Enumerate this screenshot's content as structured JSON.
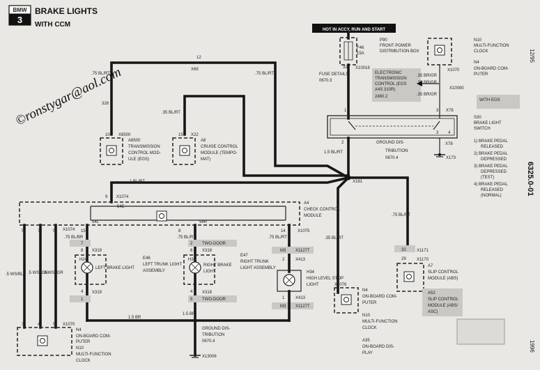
{
  "header": {
    "badge_top": "BMW",
    "badge_bottom": "3",
    "title_line1": "BRAKE LIGHTS",
    "title_line2": "WITH CCM"
  },
  "watermark": "©ronstygar@aol.com",
  "side": {
    "date_top": "12/95",
    "page_number": "6325.0-01",
    "date_bottom": "1996"
  },
  "hot_label": "HOT IN ACCY, RUN AND START",
  "components": {
    "p90": [
      "P90",
      "FRONT POWER",
      "DISTRIBUTION BOX"
    ],
    "fuse": [
      "F46",
      "15A"
    ],
    "x10018": "X10018",
    "fuse_details": [
      "FUSE DETAILS",
      "0670.3"
    ],
    "n10_top": [
      "N10",
      "MULTI-FUNCTION",
      "CLOCK",
      "N4",
      "ON-BOARD COM-",
      "PUTER"
    ],
    "x1070_top": "X1070",
    "egs": [
      "ELECTRONIC",
      "TRANSMISSION",
      "CONTROL (EGS",
      "A4S 310R)",
      "2460.2"
    ],
    "egs_wires": [
      ".35 BR/GR",
      ".35 BR/GR",
      ".35 BR/GR"
    ],
    "x10090": "X10090",
    "with_egs": "WITH EGS",
    "s30": [
      "S30",
      "BRAKE LIGHT",
      "SWITCH"
    ],
    "s30_states": [
      "1)  BRAKE PEDAL",
      "RELEASED",
      "2)  BRAKE PEDAL",
      "DEPRESSED",
      "3)  BRAKE PEDAL",
      "DEPRESSED",
      "(TEST)",
      "4)  BRAKE PEDAL",
      "RELEASED",
      "(NORMAL)"
    ],
    "ground_top": [
      "GROUND DIS-",
      "TRIBUTION",
      "0670.4"
    ],
    "x78": "X78",
    "x173": "X173",
    "a8500": [
      "A8500",
      "TRANSMISSION",
      "CONTROL MOD-",
      "ULE (EGS)"
    ],
    "a8": [
      "A8",
      "CRUISE CONTROL",
      "MODULE (TEMPO-",
      "MAT)"
    ],
    "a4": [
      "A4",
      "CHECK CONTROL",
      "MODULE"
    ],
    "h24": "H24",
    "h24_label": [
      "LEFT BRAKE LIGHT"
    ],
    "e46": [
      "E46",
      "LEFT TRUNK LIGHT",
      "ASSEMBLY"
    ],
    "h31": "H31",
    "h31_label": [
      "RIGHT BRAKE",
      "LIGHT"
    ],
    "e47": [
      "E47",
      "RIGHT TRUNK",
      "LIGHT ASSEMBLY"
    ],
    "h34": [
      "H34",
      "HIGH LEVEL STOP",
      "LIGHT"
    ],
    "n4_mid": [
      "N4",
      "ON-BOARD COM-",
      "PUTER",
      "N10",
      "MULTI-FUNCTION",
      "CLOCK",
      "A35",
      "ON-BOARD DIS-",
      "PLAY"
    ],
    "a7": [
      "A7",
      "SLIP CONTROL",
      "MODULE (ABS)"
    ],
    "a52": [
      "A52",
      "SLIP CONTROL",
      "MODULE (ABS/",
      "ASC)"
    ],
    "n4_bot": [
      "N4",
      "ON-BOARD COM-",
      "PUTER",
      "N10",
      "MULTI-FUNCTION",
      "CLOCK"
    ],
    "ground_bot": [
      "GROUND DIS-",
      "TRIBUTION",
      "0670.4"
    ],
    "x13006": "X13006"
  },
  "wires": {
    "top_left_pin": "12",
    "x69": "X69",
    "bl_rt_left": ".75 BL/RT",
    "bl_rt_right": ".75 BL/RT",
    "p328": "328",
    "x8500_pins": [
      "10",
      "X8500"
    ],
    "br_rt_a8": ".35 BL/RT",
    "x22_pins": [
      "15",
      "X22"
    ],
    "fuse_pin": "32",
    "s30_pins": [
      "1",
      "3",
      "2",
      "4",
      "3"
    ],
    "one_bl_rt": "1 BL/RT",
    "one5_bl_rt": "1.5 BL/RT",
    "x181": "X181",
    "x1074_top": [
      "9",
      "X1074"
    ],
    "s4e": "54E",
    "s4l": "54L",
    "s4r": "54R",
    "x1074_left": "X1074",
    "x1075": "X1075",
    "left_pins": [
      "15",
      ".75 BL/BR"
    ],
    "right_pins": [
      "14",
      ".75 BL/RT"
    ],
    "pin_5_7": [
      "5",
      "7",
      "5"
    ],
    "bl_rt_mid": ".75 BL/RT",
    "pin_8": "8",
    "x319_top": "X319",
    "x318_top": "X318",
    "x319_bot": "X319",
    "x318_bot": "X318",
    "two_door_top": "TWO-DOOR",
    "two_door_bot": "TWO-DOOR",
    "m3": "M3",
    "x11277": "X11277",
    "x413": "X413",
    "pin_7": "7",
    "pin_2": "2",
    "pin_6": "6",
    "pin_4": "4",
    "pin_3": "3",
    "pin_1": "1",
    "ws_bl": ".5 WS/BL",
    "ws_gn": ".5 WS/ GN",
    "ws_gr": ".5 WS/ GR",
    "bl_rt_35": ".35 BL/RT",
    "x1070_bot": "X1070",
    "x1070_pins": [
      "3",
      "4",
      "5"
    ],
    "x1076": "X1076",
    "br15_left": "1.5 BR",
    "br15_right": "1.5 BR",
    "bl_rt_75_right": ".75 BL/RT",
    "x1171": [
      "32",
      "X1171"
    ],
    "x1170": [
      "29",
      "X1170"
    ]
  }
}
